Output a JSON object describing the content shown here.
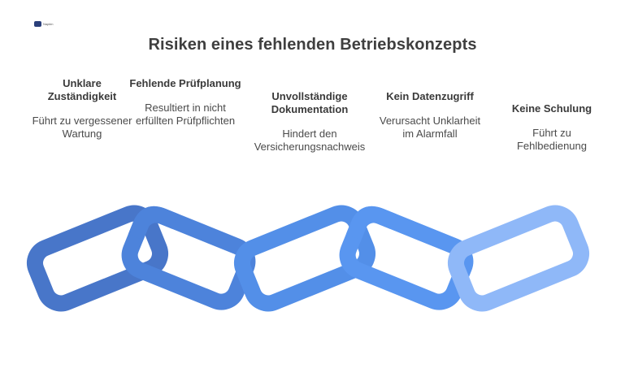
{
  "logo": {
    "text": "Napkin"
  },
  "title": "Risiken eines fehlenden Betriebskonzepts",
  "items": [
    {
      "title": "Unklare Zuständigkeit",
      "description": "Führt zu vergessener Wartung"
    },
    {
      "title": "Fehlende Prüfplanung",
      "description": "Resultiert in nicht erfüllten Prüfpflichten"
    },
    {
      "title": "Unvollständige Dokumentation",
      "description": "Hindert den Versicherungsnachweis"
    },
    {
      "title": "Kein Datenzugriff",
      "description": "Verursacht Unklarheit im Alarmfall"
    },
    {
      "title": "Keine Schulung",
      "description": "Führt zu Fehlbedienung"
    }
  ],
  "colors": {
    "link_1": "#4876c9",
    "link_2": "#4d83db",
    "link_3": "#538fe8",
    "link_4": "#5996f0",
    "link_5": "#8fb8f8"
  }
}
